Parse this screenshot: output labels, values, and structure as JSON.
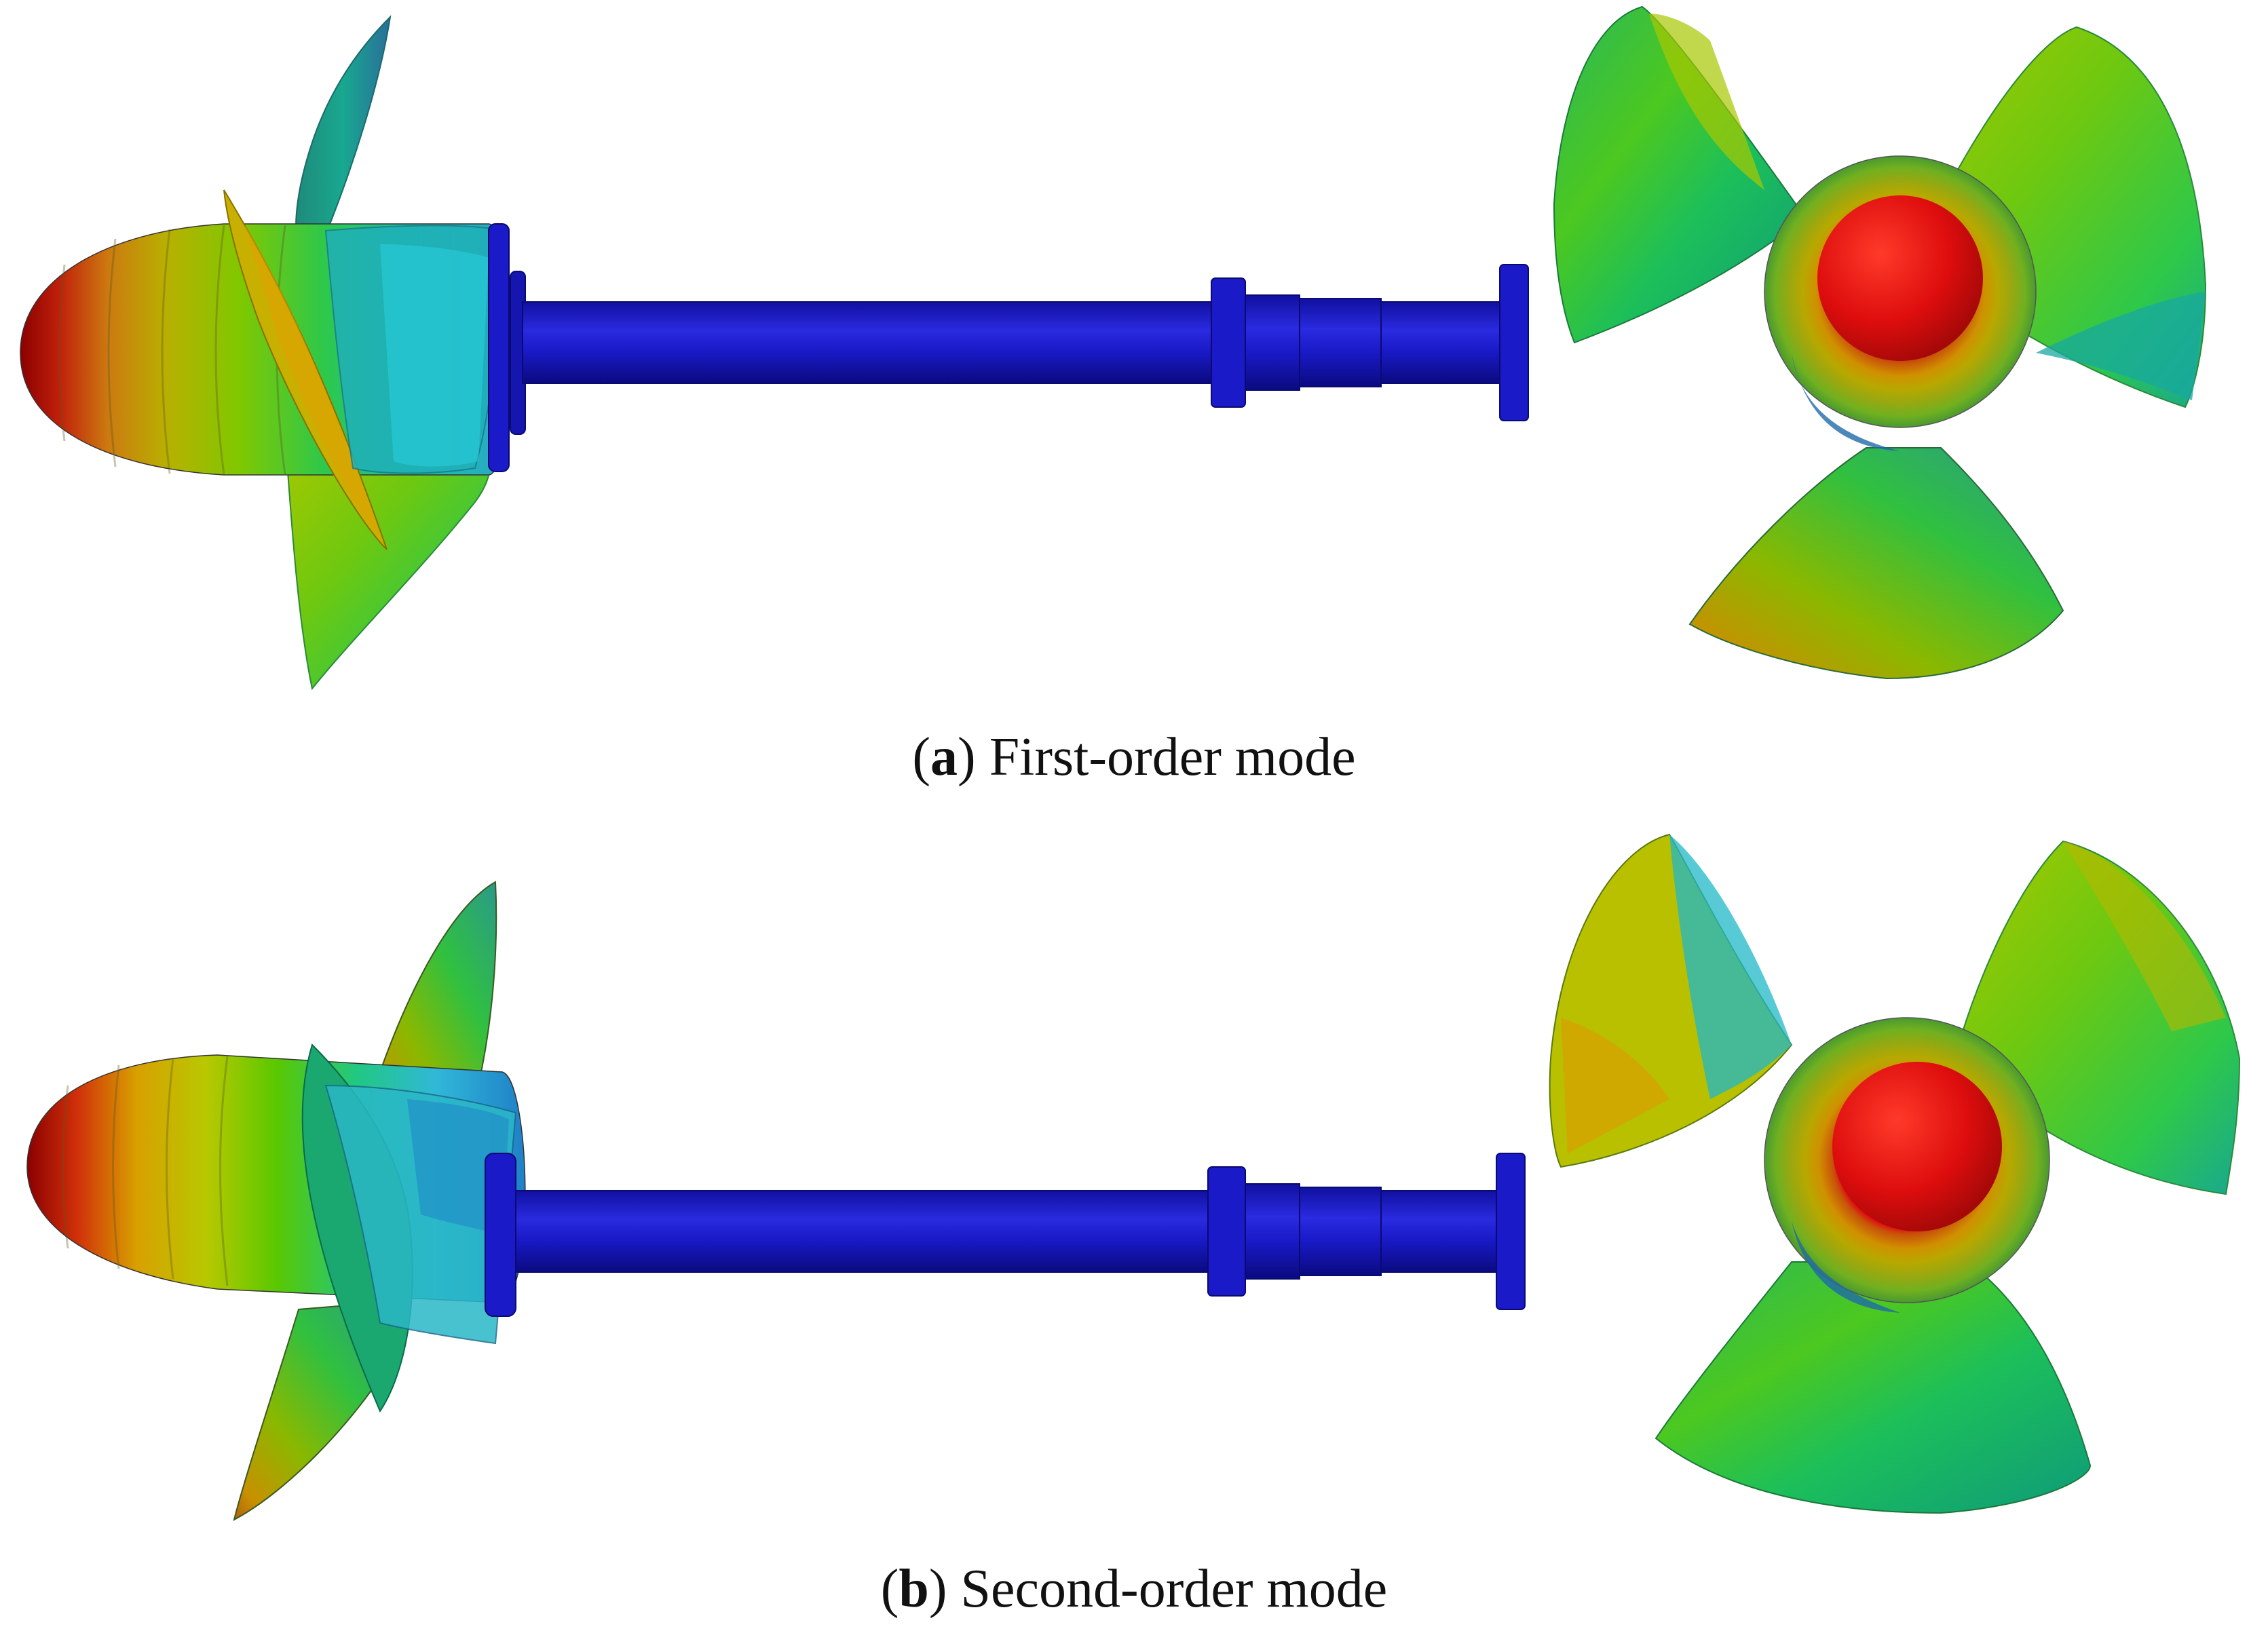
{
  "panels": [
    {
      "id": "a",
      "letter": "a",
      "caption": "First-order mode"
    },
    {
      "id": "b",
      "letter": "b",
      "caption": "Second-order mode"
    }
  ],
  "colors": {
    "shaft": "#1a1ac8",
    "shaft_dark": "#0d0d8a",
    "hub_center": "#e01010",
    "contour_scale": [
      "#8b0000",
      "#cc3a10",
      "#c8a000",
      "#a8c800",
      "#3ec83e",
      "#10c8a0",
      "#20c0e0",
      "#1f8fcf"
    ]
  }
}
